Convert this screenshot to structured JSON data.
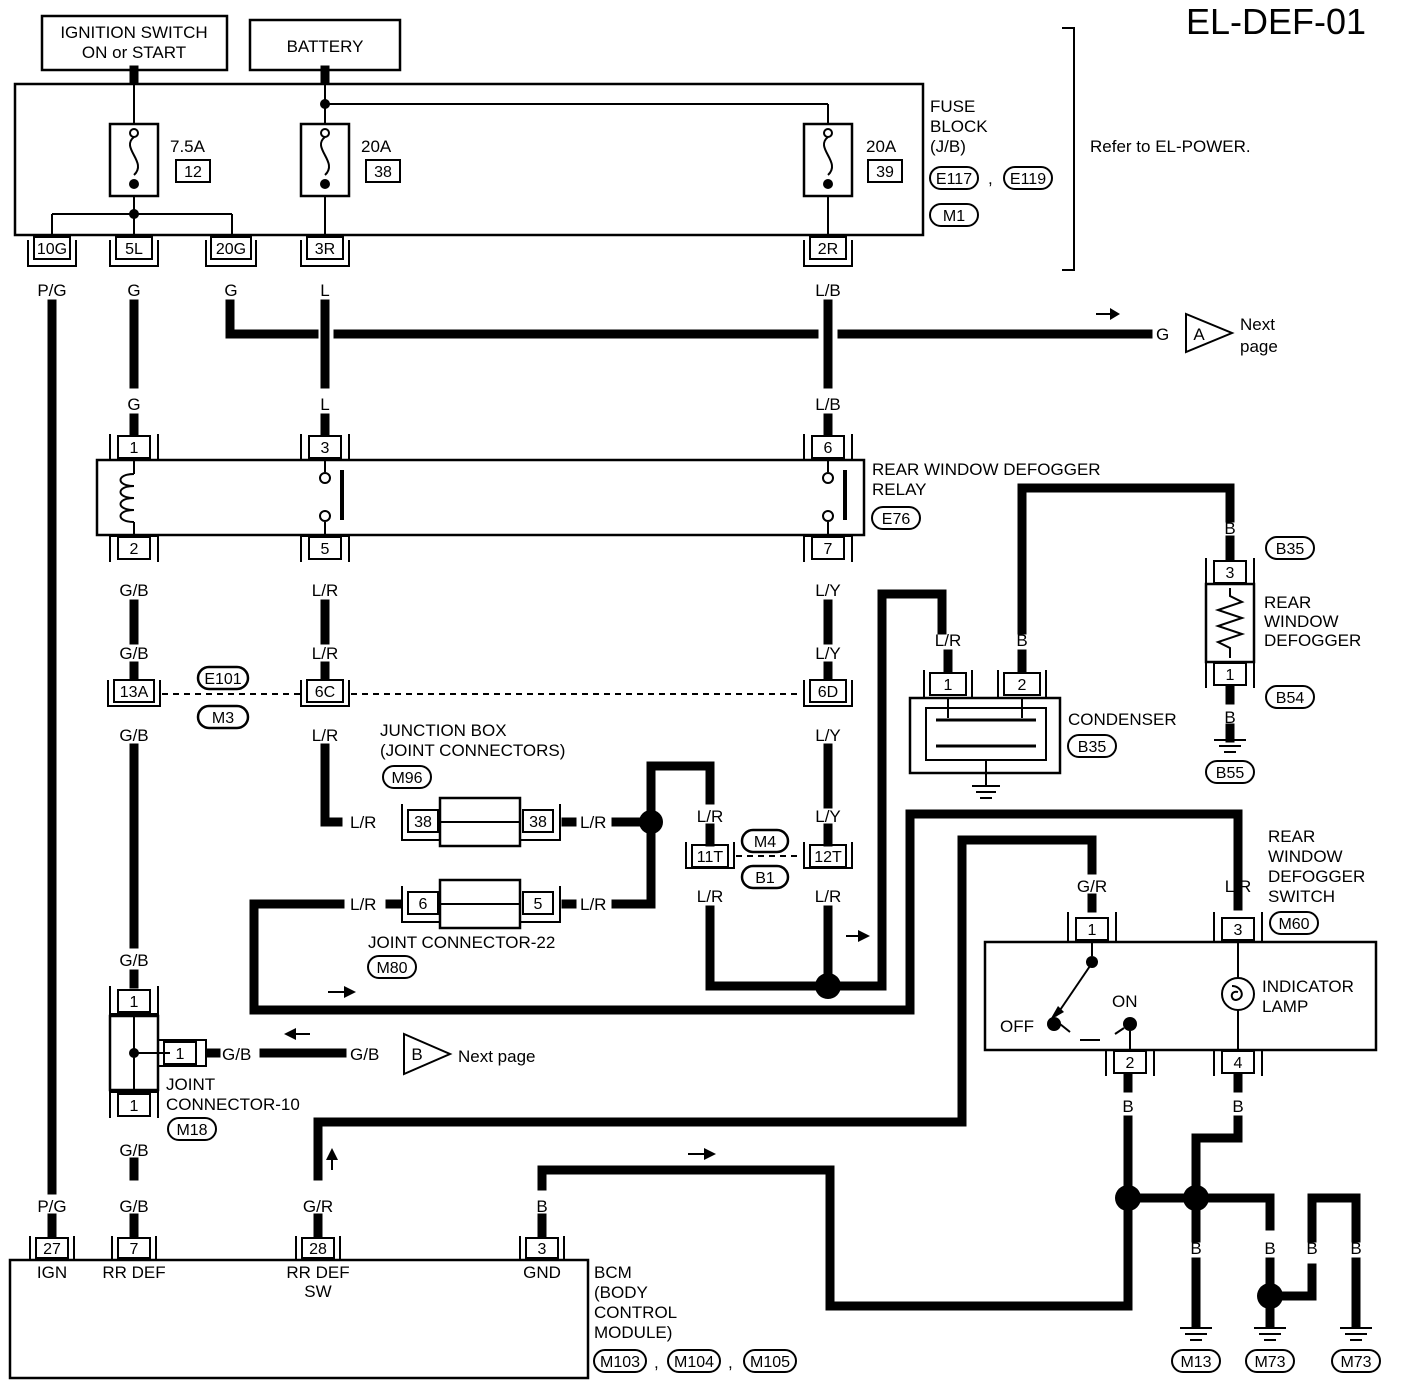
{
  "page_code": "EL-DEF-01",
  "sources": {
    "ignition": [
      "IGNITION SWITCH",
      "ON or START"
    ],
    "battery": "BATTERY"
  },
  "fuses": [
    {
      "amp": "7.5A",
      "num": "12"
    },
    {
      "amp": "20A",
      "num": "38"
    },
    {
      "amp": "20A",
      "num": "39"
    }
  ],
  "fuse_block": {
    "name": [
      "FUSE",
      "BLOCK",
      "(J/B)"
    ],
    "conn1": "E117",
    "sep": ",",
    "conn2": "E119",
    "conn3": "M1",
    "ref": "Refer to EL-POWER."
  },
  "fuse_terms": [
    "10G",
    "5L",
    "20G",
    "3R",
    "2R"
  ],
  "colors": {
    "pg": "P/G",
    "g": "G",
    "l": "L",
    "lb": "L/B",
    "gb": "G/B",
    "lr": "L/R",
    "ly": "L/Y",
    "b": "B",
    "gr": "G/R"
  },
  "next_page": {
    "a": "A",
    "b": "B",
    "next": "Next",
    "page": "page",
    "next_page": "Next page"
  },
  "relay": {
    "name": [
      "REAR WINDOW DEFOGGER",
      "RELAY"
    ],
    "conn": "E76",
    "pins": {
      "p1": "1",
      "p2": "2",
      "p3": "3",
      "p5": "5",
      "p6": "6",
      "p7": "7"
    }
  },
  "inline": {
    "p13a": "13A",
    "p6c": "6C",
    "p6d": "6D",
    "c1": "E101",
    "c2": "M3"
  },
  "junction_box": {
    "name": [
      "JUNCTION BOX",
      "(JOINT CONNECTORS)"
    ],
    "conn": "M96",
    "pin": "38"
  },
  "joint22": {
    "name": "JOINT CONNECTOR-22",
    "conn": "M80",
    "p6": "6",
    "p5": "5"
  },
  "inline2": {
    "p11t": "11T",
    "p12t": "12T",
    "c1": "M4",
    "c2": "B1"
  },
  "condenser": {
    "name": "CONDENSER",
    "conn": "B35",
    "p1": "1",
    "p2": "2"
  },
  "defogger": {
    "name": [
      "REAR",
      "WINDOW",
      "DEFOGGER"
    ],
    "conn_top": "B35",
    "conn_bot": "B54",
    "ground": "B55",
    "p3": "3",
    "p1": "1"
  },
  "switch": {
    "name": [
      "REAR",
      "WINDOW",
      "DEFOGGER",
      "SWITCH"
    ],
    "conn": "M60",
    "off": "OFF",
    "on": "ON",
    "lamp": [
      "INDICATOR",
      "LAMP"
    ],
    "p1": "1",
    "p2": "2",
    "p3": "3",
    "p4": "4"
  },
  "joint10": {
    "name": [
      "JOINT",
      "CONNECTOR-10"
    ],
    "conn": "M18",
    "p1": "1"
  },
  "bcm": {
    "name": [
      "BCM",
      "(BODY",
      "CONTROL",
      "MODULE)"
    ],
    "pins": [
      {
        "num": "27",
        "label": "IGN"
      },
      {
        "num": "7",
        "label": "RR DEF"
      },
      {
        "num": "28",
        "label": "RR DEF",
        "label2": "SW"
      },
      {
        "num": "3",
        "label": "GND"
      }
    ],
    "conns": [
      "M103",
      "M104",
      "M105"
    ],
    "sep": ","
  },
  "grounds": [
    "M13",
    "M73",
    "M73"
  ]
}
